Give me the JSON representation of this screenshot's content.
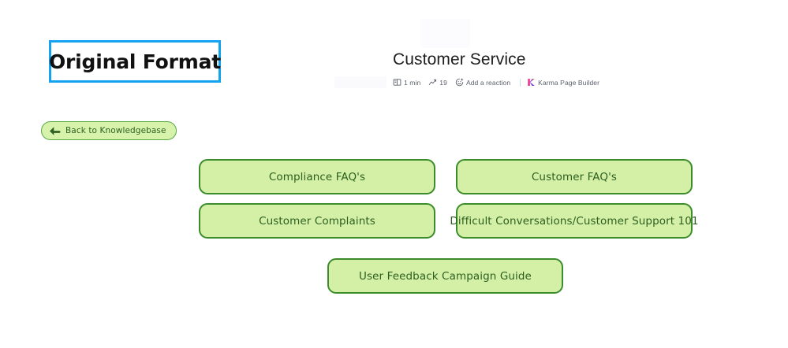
{
  "annotation": {
    "label": "Original Format",
    "border_color": "#14a3f0"
  },
  "header": {
    "title": "Customer Service",
    "meta": [
      {
        "icon": "book-icon",
        "label": "1 min"
      },
      {
        "icon": "trending-chart-icon",
        "label": "19"
      },
      {
        "icon": "add-reaction-icon",
        "label": "Add a reaction"
      },
      {
        "icon": "karma-logo-icon",
        "label": "Karma Page Builder"
      }
    ]
  },
  "back_button": {
    "label": "Back to Knowledgebase",
    "icon": "arrow-left-icon",
    "fill_color": "#d6f2ab",
    "border_color": "#5aa845",
    "text_color": "#2f6222"
  },
  "buttons": {
    "fill_color": "#d4f0a6",
    "border_color": "#3d8c2c",
    "text_color": "#2c5e1f",
    "items": [
      {
        "label": "Compliance FAQ's"
      },
      {
        "label": "Customer FAQ's"
      },
      {
        "label": "Customer Complaints"
      },
      {
        "label": "Difficult Conversations/Customer Support 101"
      },
      {
        "label": "User Feedback Campaign Guide"
      }
    ]
  }
}
